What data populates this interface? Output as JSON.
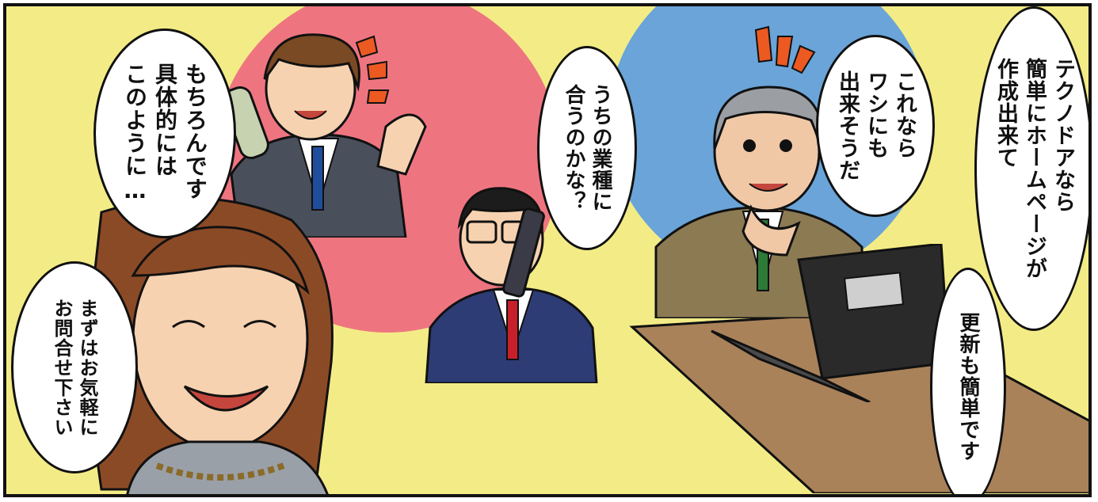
{
  "bubbles": {
    "b1": [
      "もちろんです",
      "具体的には",
      "このように…"
    ],
    "b2": [
      "うちの業種に",
      "合うのかな？"
    ],
    "b3": [
      "これなら",
      "ワシにも",
      "出来そうだ"
    ],
    "b4": [
      "テクノドアなら",
      "簡単にホームページが",
      "作成出来て"
    ],
    "b5": [
      "更新も簡単です"
    ],
    "b6": [
      "まずはお気軽に",
      "お問合せ下さい"
    ]
  },
  "colors": {
    "background": "#f3ec86",
    "red_circle": "#ee7580",
    "blue_circle": "#6aa4d8",
    "emphasis_marks": "#ec5a22"
  }
}
